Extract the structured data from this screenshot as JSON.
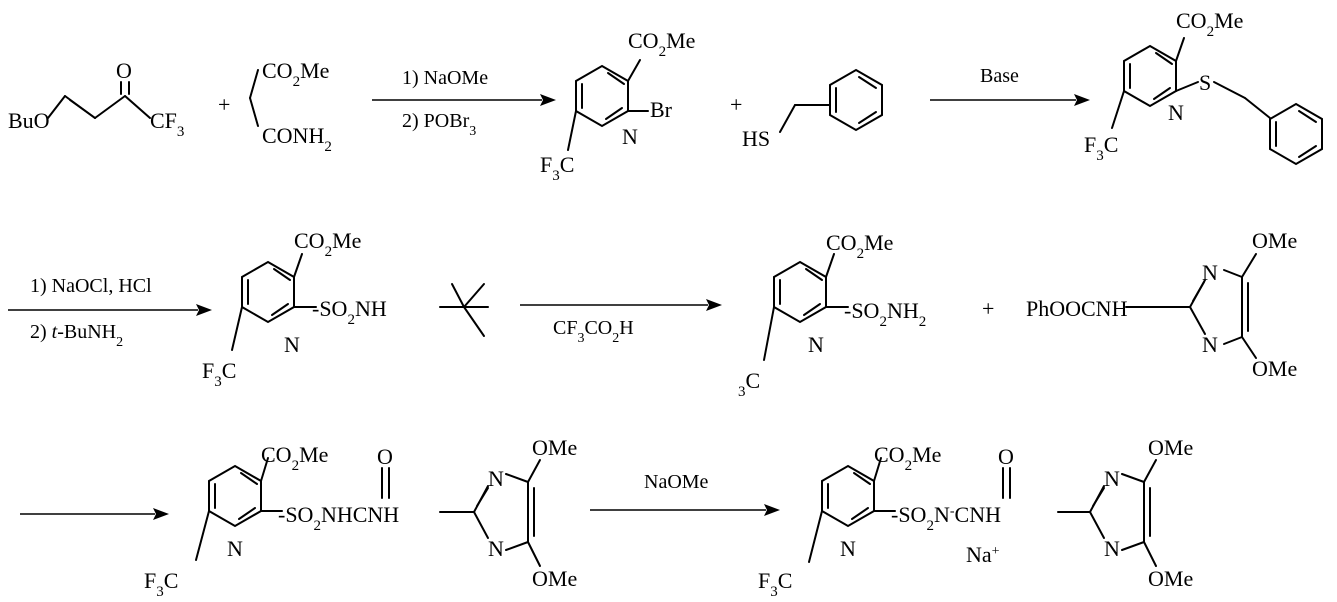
{
  "scheme": {
    "row1": {
      "sm_ketone": {
        "buo": "BuO",
        "oxo": "O",
        "cf3": [
          "CF",
          "3",
          ""
        ]
      },
      "plus_1": "+",
      "sm_malonamate": {
        "co2me": [
          "CO",
          "2",
          "Me"
        ],
        "conh2": [
          "CONH",
          "2",
          ""
        ]
      },
      "arrow_1": {
        "step1": [
          "1) NaOMe",
          "",
          ""
        ],
        "step2": [
          "2) POBr",
          "3",
          ""
        ]
      },
      "bromopyridine": {
        "co2me": [
          "CO",
          "2",
          "Me"
        ],
        "br": "Br",
        "n": "N",
        "f3c": [
          "F",
          "3",
          "C"
        ]
      },
      "plus_2": "+",
      "benzyl_thiol": {
        "hs": "HS"
      },
      "arrow_2": {
        "reagent": "Base"
      },
      "thioether": {
        "co2me": [
          "CO",
          "2",
          "Me"
        ],
        "s": "S",
        "n": "N",
        "f3c": [
          "F",
          "3",
          "C"
        ]
      }
    },
    "row2": {
      "arrow_3": {
        "step1": [
          "1) NaOCl, HCl",
          "",
          ""
        ],
        "step2_prefix": "2) ",
        "step2_t": "t",
        "step2_rest": [
          "-BuNH",
          "2",
          ""
        ]
      },
      "tbu_sulfonamide": {
        "co2me": [
          "CO",
          "2",
          "Me"
        ],
        "so2nh": [
          "-SO",
          "2",
          "NH"
        ],
        "n": "N",
        "f3c": [
          "F",
          "3",
          "C"
        ]
      },
      "arrow_4": {
        "reagent": [
          "CF",
          "3",
          "CO",
          "2",
          "H"
        ]
      },
      "sulfonamide": {
        "co2me": [
          "CO",
          "2",
          "Me"
        ],
        "so2nh2": [
          "-SO",
          "2",
          "NH",
          "2"
        ],
        "n": "N",
        "f3c": [
          "",
          "3",
          "C"
        ]
      },
      "plus_3": "+",
      "carbamate": {
        "phoocnh": "PhOOCNH",
        "ome_top": "OMe",
        "n_top": "N",
        "n_bottom": "N",
        "ome_bottom": "OMe"
      }
    },
    "row3": {
      "arrow_5": {},
      "sulfonylurea": {
        "co2me": [
          "CO",
          "2",
          "Me"
        ],
        "so2nhcnh": [
          "-SO",
          "2",
          "NHCNH"
        ],
        "oxo": "O",
        "n": "N",
        "f3c": [
          "F",
          "3",
          "C"
        ],
        "ome_top": "OMe",
        "n_top": "N",
        "n_bottom": "N",
        "ome_bottom": "OMe"
      },
      "arrow_6": {
        "reagent": "NaOMe"
      },
      "sodium_salt": {
        "co2me": [
          "CO",
          "2",
          "Me"
        ],
        "so2n": [
          "-SO",
          "2",
          "N"
        ],
        "minus": "-",
        "cnh": "CNH",
        "oxo": "O",
        "na": "Na",
        "plus": "+",
        "n": "N",
        "f3c": [
          "F",
          "3",
          "C"
        ],
        "ome_top": "OMe",
        "n_top": "N",
        "n_bottom": "N",
        "ome_bottom": "OMe"
      }
    }
  }
}
